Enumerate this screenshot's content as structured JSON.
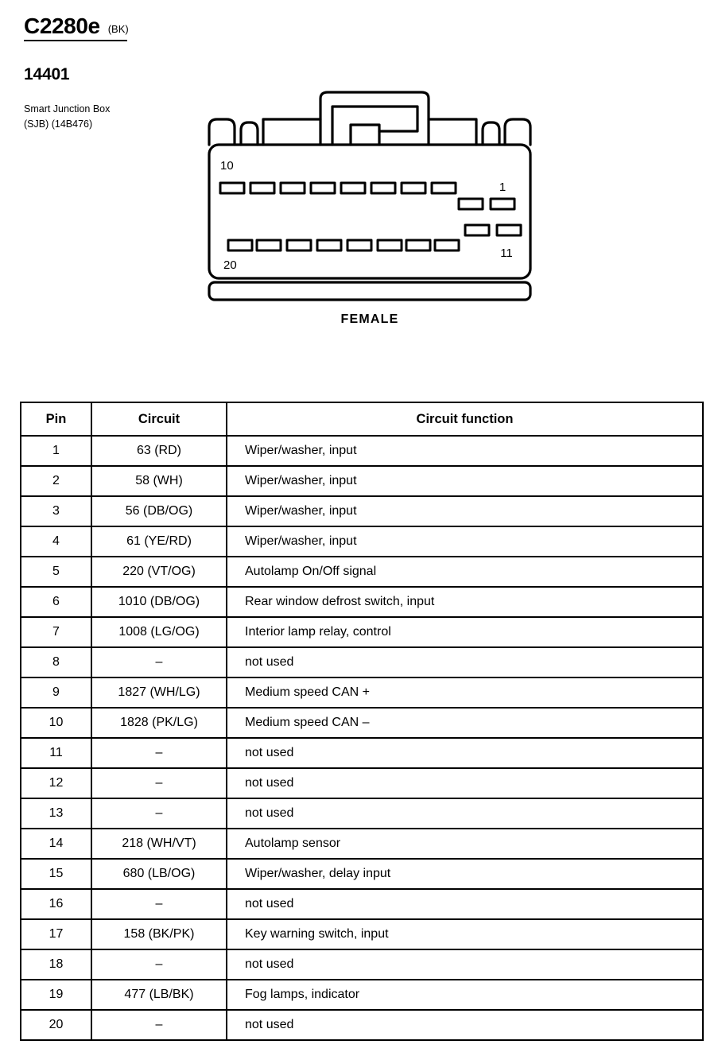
{
  "header": {
    "connector_id": "C2280e",
    "color_code": "(BK)",
    "part_number": "14401",
    "component_name_line1": "Smart Junction Box",
    "component_name_line2": "(SJB) (14B476)"
  },
  "connector": {
    "view_label": "FEMALE",
    "corner_labels": {
      "top_left": "10",
      "top_right": "1",
      "bottom_left": "20",
      "bottom_right": "11"
    }
  },
  "table": {
    "headers": {
      "pin": "Pin",
      "circuit": "Circuit",
      "function": "Circuit function"
    },
    "rows": [
      {
        "pin": "1",
        "circuit": "63 (RD)",
        "function": "Wiper/washer, input"
      },
      {
        "pin": "2",
        "circuit": "58 (WH)",
        "function": "Wiper/washer, input"
      },
      {
        "pin": "3",
        "circuit": "56 (DB/OG)",
        "function": "Wiper/washer, input"
      },
      {
        "pin": "4",
        "circuit": "61 (YE/RD)",
        "function": "Wiper/washer, input"
      },
      {
        "pin": "5",
        "circuit": "220 (VT/OG)",
        "function": "Autolamp On/Off signal"
      },
      {
        "pin": "6",
        "circuit": "1010 (DB/OG)",
        "function": "Rear window defrost switch, input"
      },
      {
        "pin": "7",
        "circuit": "1008 (LG/OG)",
        "function": "Interior lamp relay, control"
      },
      {
        "pin": "8",
        "circuit": "–",
        "function": "not used"
      },
      {
        "pin": "9",
        "circuit": "1827 (WH/LG)",
        "function": "Medium speed CAN +"
      },
      {
        "pin": "10",
        "circuit": "1828 (PK/LG)",
        "function": "Medium speed CAN –"
      },
      {
        "pin": "11",
        "circuit": "–",
        "function": "not used"
      },
      {
        "pin": "12",
        "circuit": "–",
        "function": "not used"
      },
      {
        "pin": "13",
        "circuit": "–",
        "function": "not used"
      },
      {
        "pin": "14",
        "circuit": "218 (WH/VT)",
        "function": "Autolamp sensor"
      },
      {
        "pin": "15",
        "circuit": "680 (LB/OG)",
        "function": "Wiper/washer, delay input"
      },
      {
        "pin": "16",
        "circuit": "–",
        "function": "not used"
      },
      {
        "pin": "17",
        "circuit": "158 (BK/PK)",
        "function": "Key warning switch, input"
      },
      {
        "pin": "18",
        "circuit": "–",
        "function": "not used"
      },
      {
        "pin": "19",
        "circuit": "477 (LB/BK)",
        "function": "Fog lamps, indicator"
      },
      {
        "pin": "20",
        "circuit": "–",
        "function": "not used"
      }
    ]
  }
}
